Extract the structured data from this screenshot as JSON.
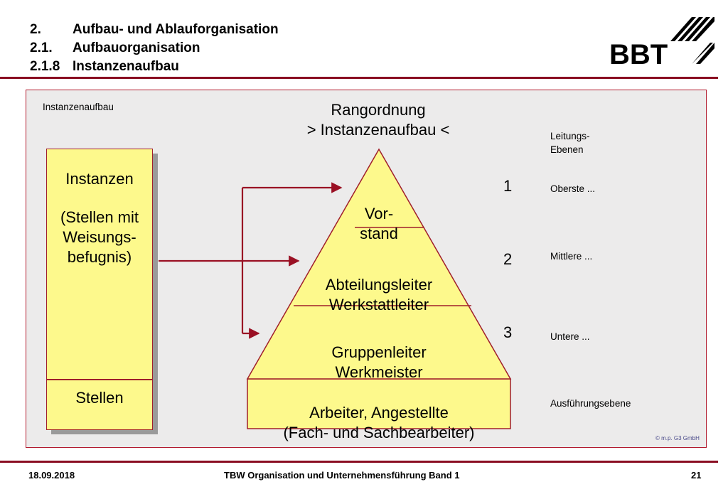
{
  "header": {
    "line1_num": "2.",
    "line1_text": "Aufbau- und Ablauforganisation",
    "line2_num": "2.1.",
    "line2_text": "Aufbauorganisation",
    "line3_num": "2.1.8",
    "line3_text": "Instanzenaufbau"
  },
  "logo": {
    "text": "BBT"
  },
  "panel": {
    "label": "Instanzenaufbau",
    "rank_title_1": "Rangordnung",
    "rank_title_2": "> Instanzenaufbau <",
    "levels_heading_1": "Leitungs-",
    "levels_heading_2": "Ebenen"
  },
  "left_box": {
    "line1": "Instanzen",
    "line2": "(Stellen mit",
    "line3": "Weisungs-",
    "line4": "befugnis)",
    "bottom": "Stellen"
  },
  "pyramid": {
    "tier1_a": "Vor-",
    "tier1_b": "stand",
    "tier2_a": "Abteilungsleiter",
    "tier2_b": "Werkstattleiter",
    "tier3_a": "Gruppenleiter",
    "tier3_b": "Werkmeister",
    "base_a": "Arbeiter, Angestellte",
    "base_b": "(Fach- und Sachbearbeiter)"
  },
  "levels": [
    {
      "number": "1",
      "label": "Oberste ..."
    },
    {
      "number": "2",
      "label": "Mittlere ..."
    },
    {
      "number": "3",
      "label": "Untere ..."
    },
    {
      "number": "",
      "label": "Ausführungsebene"
    }
  ],
  "copyright": "© m.p. G3 GmbH",
  "footer": {
    "date": "18.09.2018",
    "title": "TBW Organisation und Unternehmensführung Band 1",
    "page": "21"
  },
  "colors": {
    "accent": "#8a0e22",
    "fill_yellow": "#fdf98c",
    "panel_bg": "#ecebeb"
  }
}
